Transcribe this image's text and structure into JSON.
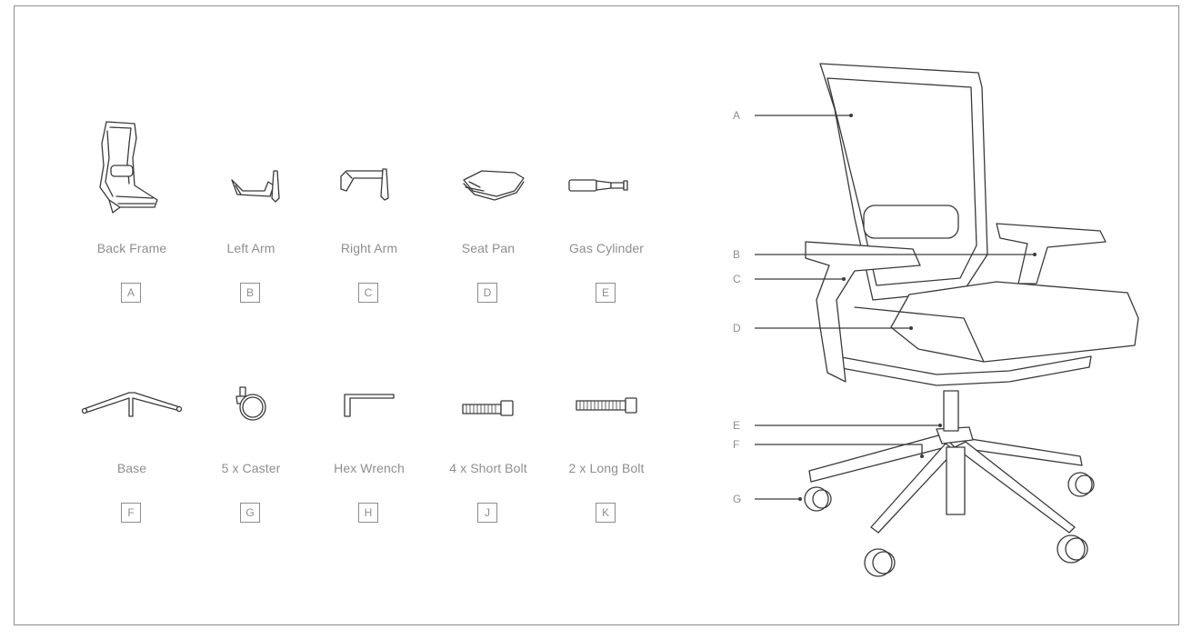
{
  "parts": [
    {
      "name": "Back Frame",
      "code": "A",
      "icon": "back-frame"
    },
    {
      "name": "Left Arm",
      "code": "B",
      "icon": "left-arm"
    },
    {
      "name": "Right Arm",
      "code": "C",
      "icon": "right-arm"
    },
    {
      "name": "Seat Pan",
      "code": "D",
      "icon": "seat-pan"
    },
    {
      "name": "Gas Cylinder",
      "code": "E",
      "icon": "gas-cylinder"
    },
    {
      "name": "Base",
      "code": "F",
      "icon": "base"
    },
    {
      "name": "5 x Caster",
      "code": "G",
      "icon": "caster"
    },
    {
      "name": "Hex Wrench",
      "code": "H",
      "icon": "hex-wrench"
    },
    {
      "name": "4 x Short Bolt",
      "code": "J",
      "icon": "short-bolt"
    },
    {
      "name": "2 x Long Bolt",
      "code": "K",
      "icon": "long-bolt"
    }
  ],
  "callouts": [
    "A",
    "B",
    "C",
    "D",
    "E",
    "F",
    "G"
  ],
  "colors": {
    "line": "#3a3a3a",
    "text": "#8e8e8e",
    "border": "#8f8f8f"
  }
}
